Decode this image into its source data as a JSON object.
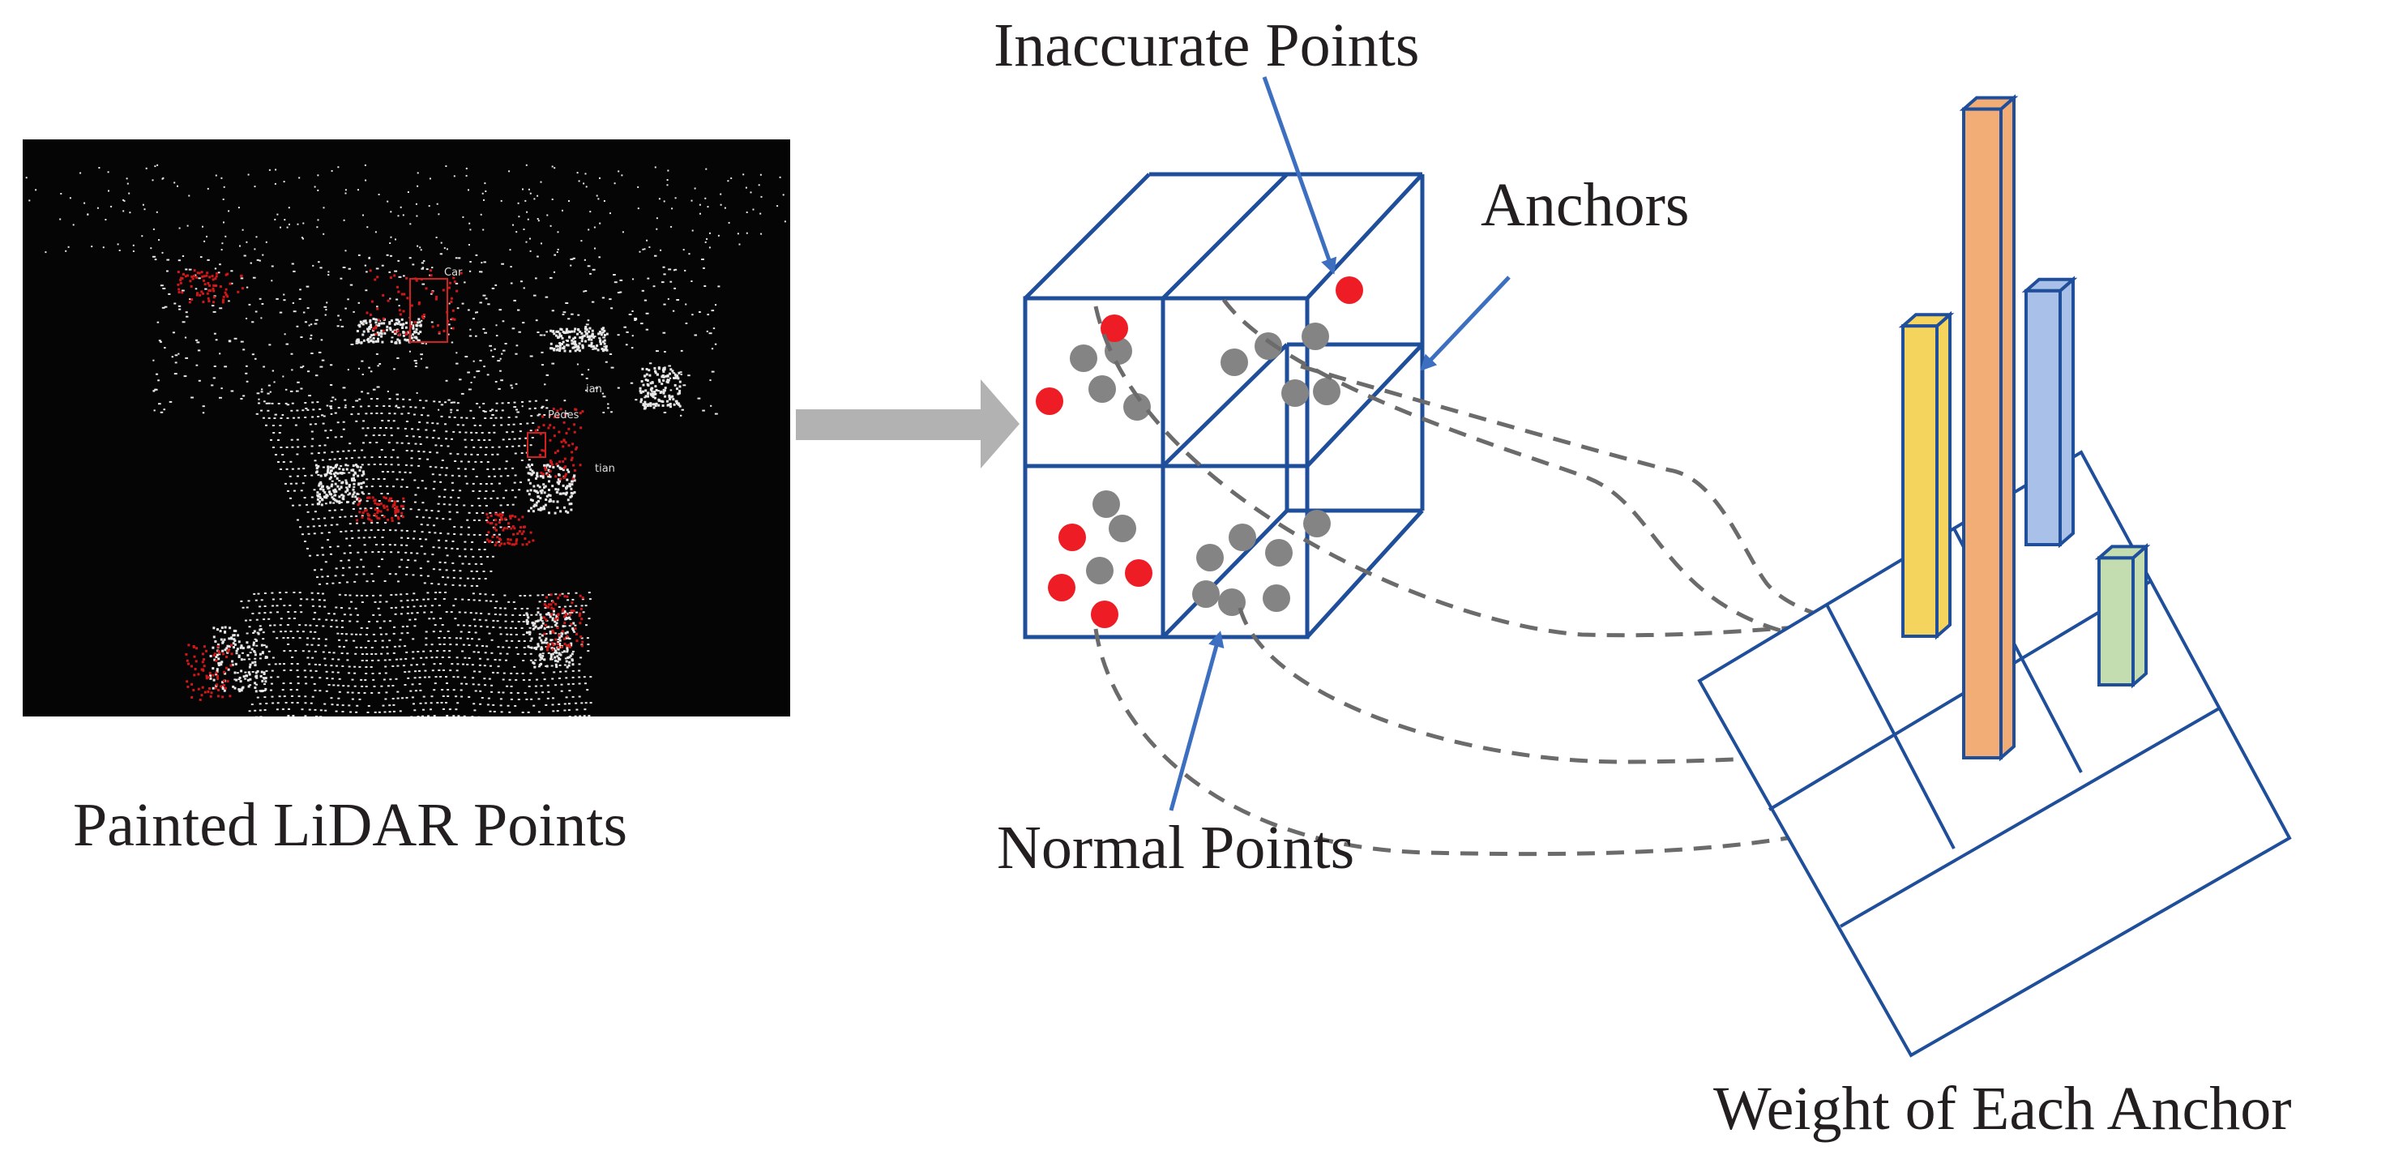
{
  "labels": {
    "painted": "Painted LiDAR Points",
    "inaccurate": "Inaccurate Points",
    "anchors": "Anchors",
    "normal": "Normal Points",
    "weight": "Weight of Each Anchor"
  },
  "scene_tags": {
    "car": "Car",
    "ped1": "Pedes",
    "ped2": "ian",
    "ped3": "tian"
  },
  "colors": {
    "grid": "#1f4e9a",
    "arrow": "#3c6fc0",
    "inaccurate_point": "#ee1c24",
    "normal_point": "#848484",
    "dashed": "#6b6b6b",
    "big_arrow": "#b2b2b2",
    "scene_bg": "#050505",
    "bars": {
      "yellow": "#f5d45e",
      "orange": "#f2ad77",
      "blue": "#a9c1e8",
      "green": "#c3ddb0"
    }
  },
  "anchor_weights": {
    "yellow": 0.44,
    "orange": 0.92,
    "blue": 0.36,
    "green": 0.18
  }
}
